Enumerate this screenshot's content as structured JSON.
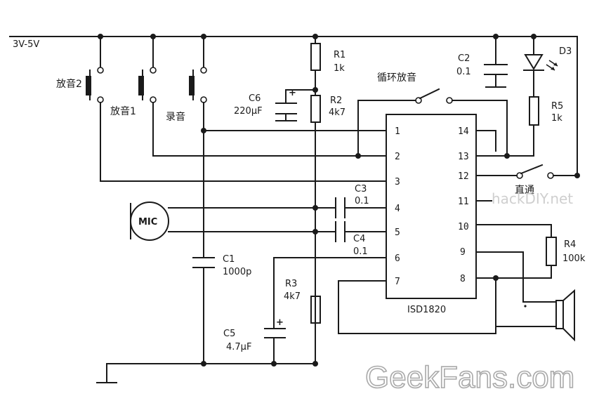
{
  "supply_label": "3V-5V",
  "buttons": {
    "play2": "放音2",
    "play1": "放音1",
    "record": "录音"
  },
  "loop_switch_label": "循环放音",
  "direct_switch_label": "直通",
  "mic_label": "MIC",
  "chip_label": "ISD1820",
  "components": {
    "R1": {
      "name": "R1",
      "value": "1k"
    },
    "R2": {
      "name": "R2",
      "value": "4k7"
    },
    "R3": {
      "name": "R3",
      "value": "4k7"
    },
    "R4": {
      "name": "R4",
      "value": "100k"
    },
    "R5": {
      "name": "R5",
      "value": "1k"
    },
    "C1": {
      "name": "C1",
      "value": "1000p"
    },
    "C2": {
      "name": "C2",
      "value": "0.1"
    },
    "C3": {
      "name": "C3",
      "value": "0.1"
    },
    "C4": {
      "name": "C4",
      "value": "0.1"
    },
    "C5": {
      "name": "C5",
      "value": "4.7μF"
    },
    "C6": {
      "name": "C6",
      "value": "220μF"
    },
    "D3": {
      "name": "D3"
    }
  },
  "pins_left": [
    "1",
    "2",
    "3",
    "4",
    "5",
    "6",
    "7"
  ],
  "pins_right": [
    "14",
    "13",
    "12",
    "11",
    "10",
    "9",
    "8"
  ],
  "watermark_small": "hackDIY.net",
  "watermark_large": "GeekFans.com",
  "colors": {
    "ink": "#1a1a1a",
    "watermark": "#a9a9a9"
  }
}
